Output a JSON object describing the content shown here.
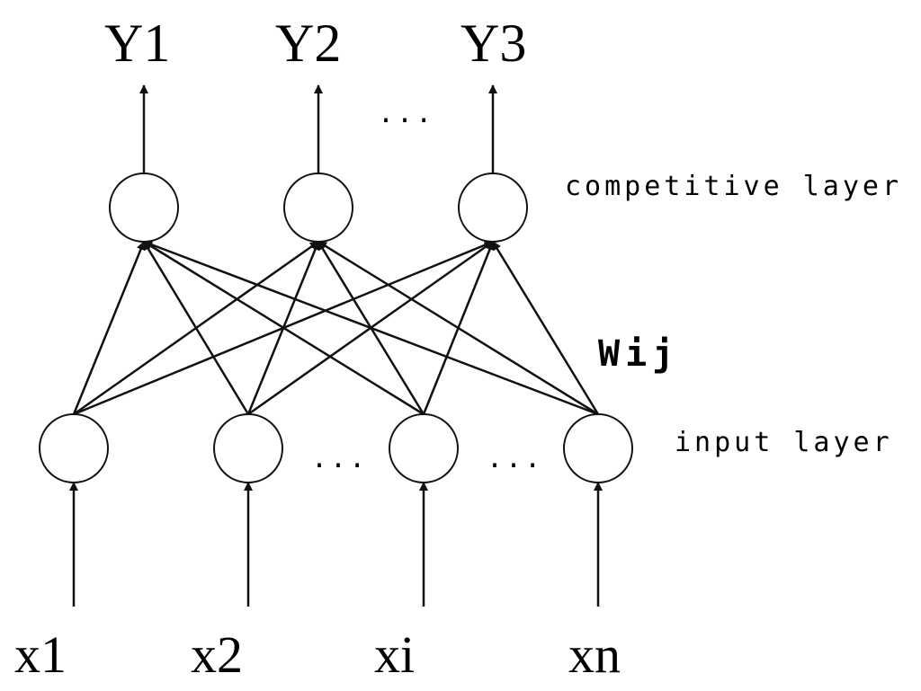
{
  "outputs": [
    "Y1",
    "Y2",
    "Y3"
  ],
  "output_ellipsis": "...",
  "inputs": [
    "x1",
    "x2",
    "xi",
    "xn"
  ],
  "input_ellipses": [
    "...",
    "..."
  ],
  "competitive_layer_label": "competitive layer",
  "input_layer_label": "input layer",
  "weight_label": "Wij",
  "colors": {
    "stroke": "#111111",
    "background": "#ffffff"
  }
}
